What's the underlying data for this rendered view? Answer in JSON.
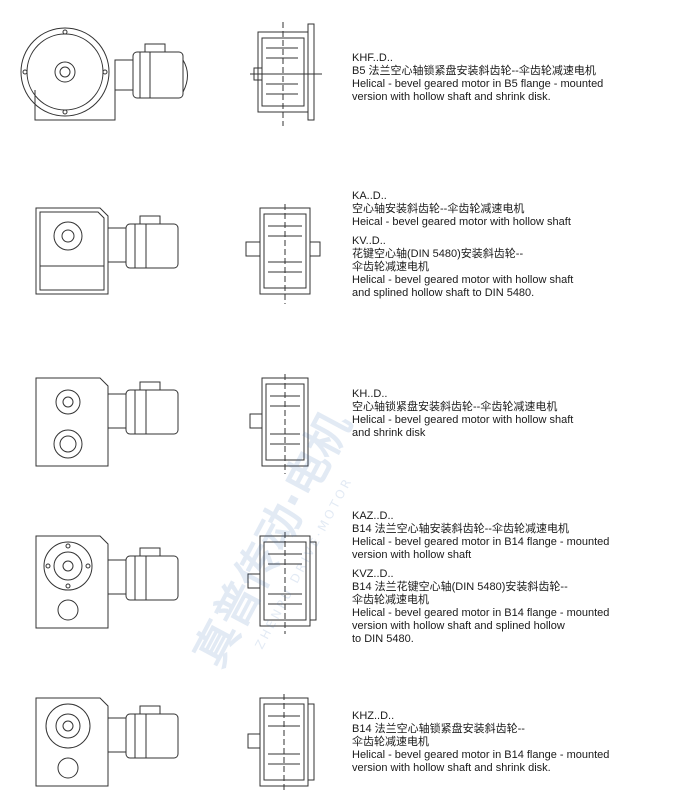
{
  "entries": [
    {
      "variants": [
        {
          "code": "KHF..D..",
          "lines": [
            "B5 法兰空心轴锁紧盘安装斜齿轮--伞齿轮减速电机",
            "Helical - bevel geared motor in B5 flange - mounted",
            "version with hollow shaft and shrink disk."
          ]
        }
      ]
    },
    {
      "variants": [
        {
          "code": "KA..D..",
          "lines": [
            "空心轴安装斜齿轮--伞齿轮减速电机",
            "Heical - bevel geared motor  with hollow shaft"
          ]
        },
        {
          "code": "KV..D..",
          "lines": [
            "花键空心轴(DIN 5480)安装斜齿轮--",
            "伞齿轮减速电机",
            "Helical - bevel geared motor  with hollow shaft",
            " and splined hollow shaft to DIN 5480."
          ]
        }
      ]
    },
    {
      "variants": [
        {
          "code": "KH..D..",
          "lines": [
            "空心轴锁紧盘安装斜齿轮--伞齿轮减速电机",
            "Helical - bevel geared motor  with hollow shaft",
            " and shrink disk"
          ]
        }
      ]
    },
    {
      "variants": [
        {
          "code": "KAZ..D..",
          "lines": [
            "B14 法兰空心轴安装斜齿轮--伞齿轮减速电机",
            "Helical - bevel geared motor  in B14 flange - mounted",
            "version with hollow shaft"
          ]
        },
        {
          "code": "KVZ..D..",
          "lines": [
            "B14 法兰花键空心轴(DIN 5480)安装斜齿轮--",
            "伞齿轮减速电机",
            "Helical - bevel geared motor  in B14 flange - mounted",
            "version with hollow shaft and splined hollow",
            " to DIN 5480."
          ]
        }
      ]
    },
    {
      "variants": [
        {
          "code": "KHZ..D..",
          "lines": [
            "B14 法兰空心轴锁紧盘安装斜齿轮--",
            "伞齿轮减速电机",
            "Helical - bevel geared motor  in B14 flange - mounted",
            "version with hollow shaft and shrink disk."
          ]
        }
      ]
    }
  ],
  "watermark": {
    "brand_cn": "真普传动·电机",
    "brand_en": "ZHENPU DRIVE·MOTOR"
  }
}
